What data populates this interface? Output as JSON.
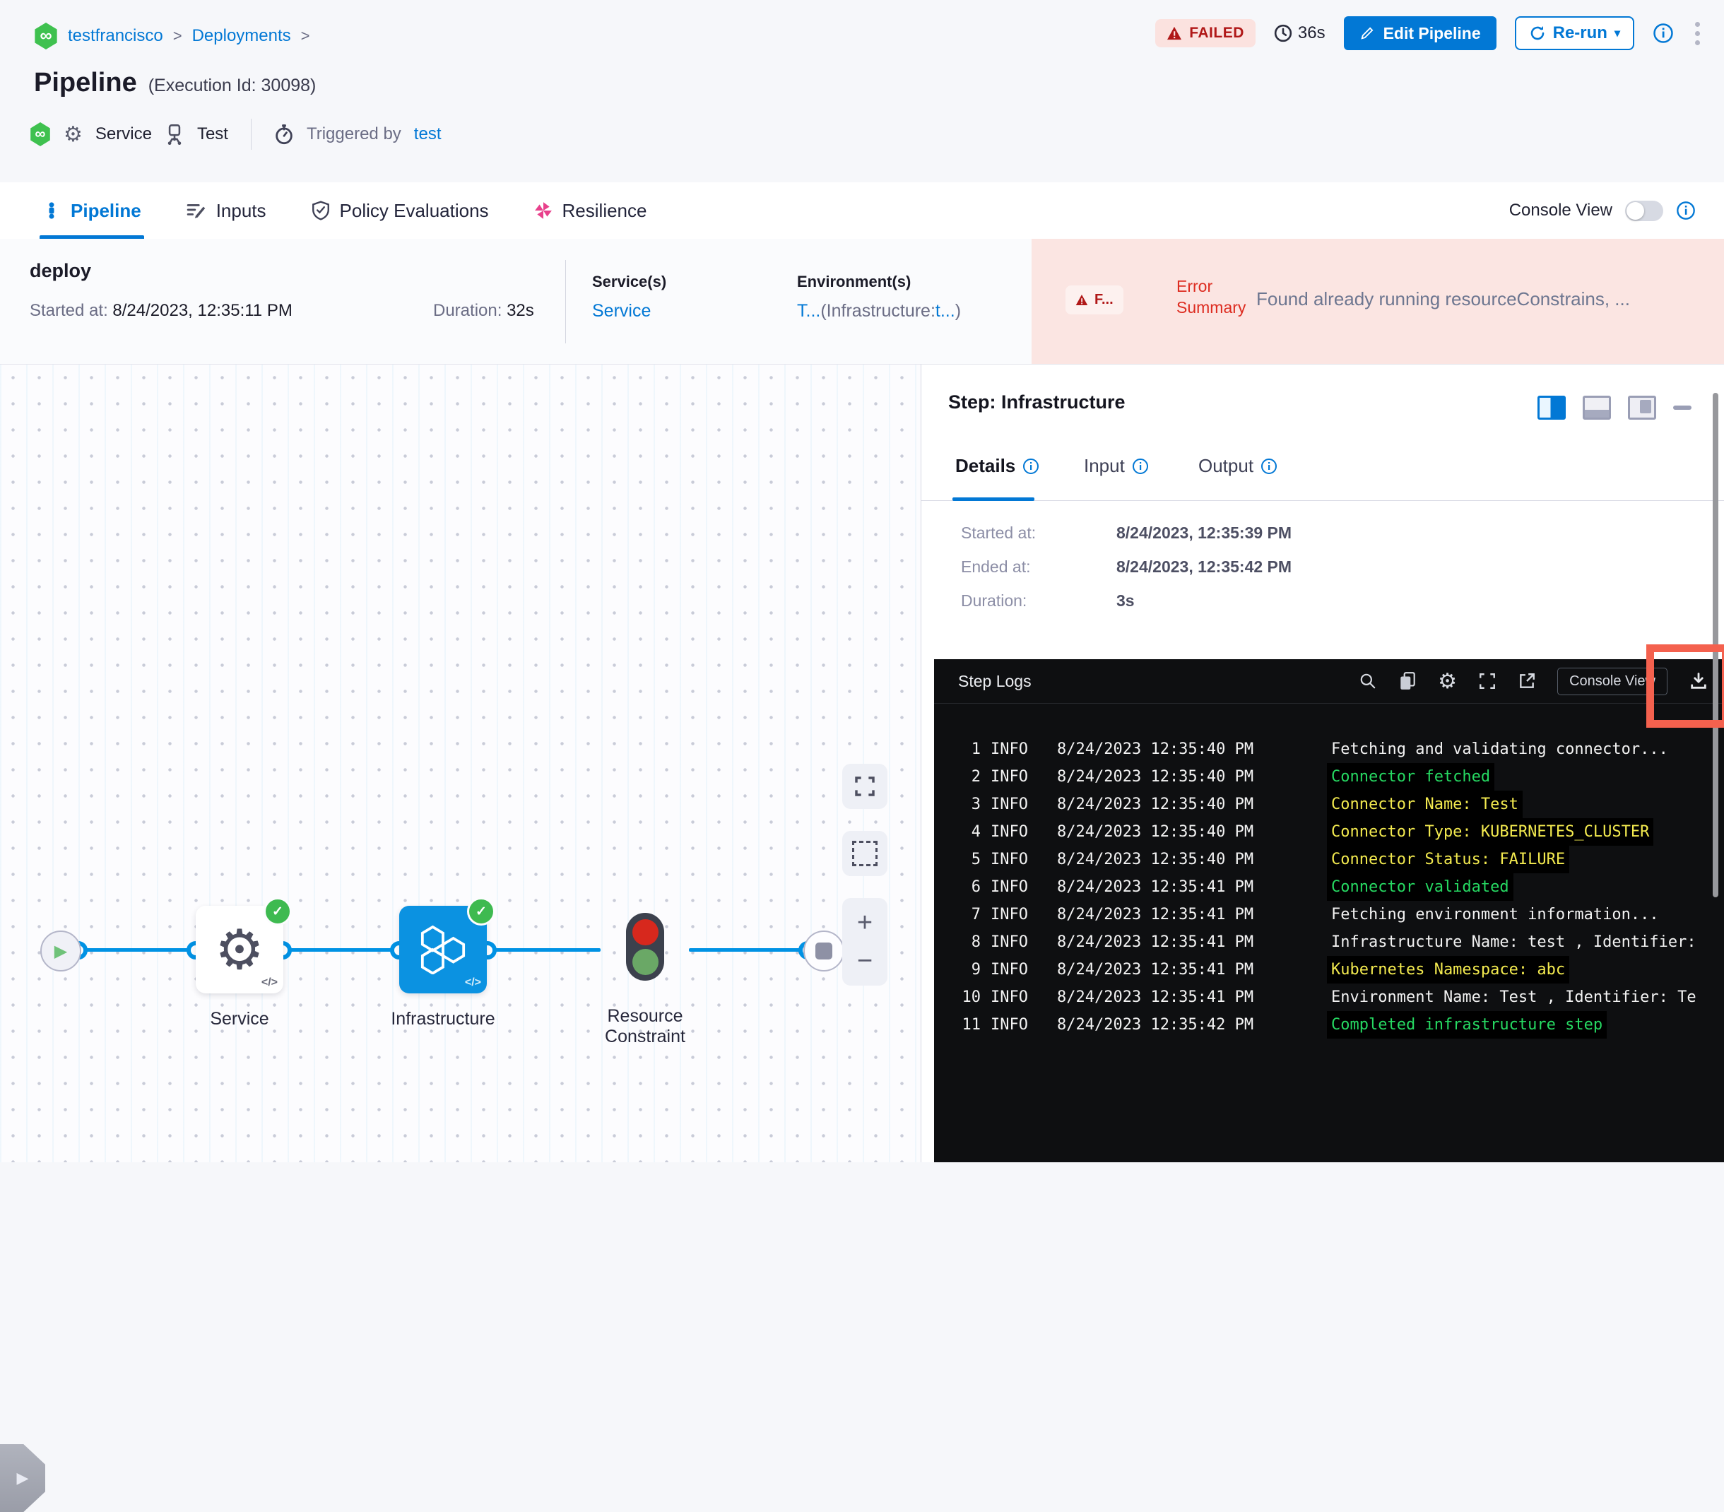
{
  "colors": {
    "accent": "#0278d5",
    "failed_red": "#b01717",
    "node_blue": "#0b92e1",
    "check_green": "#3eba50",
    "log_green": "#26d962",
    "log_yellow": "#f3ea4f",
    "annotation_red": "#f4614e"
  },
  "breadcrumb": {
    "project": "testfrancisco",
    "section": "Deployments",
    "sep": ">"
  },
  "toolbar": {
    "status": "FAILED",
    "elapsed": "36s",
    "edit_label": "Edit Pipeline",
    "rerun_label": "Re-run"
  },
  "title": {
    "name": "Pipeline",
    "execution_id": "(Execution Id: 30098)"
  },
  "meta": {
    "service": "Service",
    "environment": "Test",
    "triggered_prefix": "Triggered by",
    "triggered_by": "test"
  },
  "tabs": {
    "pipeline": "Pipeline",
    "inputs": "Inputs",
    "policy": "Policy Evaluations",
    "resilience": "Resilience",
    "console_view": "Console View"
  },
  "summary": {
    "stage": "deploy",
    "started_label": "Started at:",
    "started": "8/24/2023, 12:35:11 PM",
    "duration_label": "Duration:",
    "duration": "32s",
    "services_label": "Service(s)",
    "service": "Service",
    "environments_label": "Environment(s)",
    "env_main": "T...",
    "env_paren_open": "(Infrastructure:",
    "env_infra": "t...",
    "env_paren_close": ")",
    "error_badge": "F...",
    "error_label_line1": "Error",
    "error_label_line2": "Summary",
    "error_text": "Found already running resourceConstrains, ..."
  },
  "graph": {
    "service_label": "Service",
    "infrastructure_label": "Infrastructure",
    "resource_constraint_line1": "Resource",
    "resource_constraint_line2": "Constraint",
    "code_badge": "</>",
    "check": "✓",
    "play": "▶"
  },
  "canvas_controls": {
    "zoom_in": "+",
    "zoom_out": "−"
  },
  "step_panel": {
    "title": "Step: Infrastructure",
    "tab_details": "Details",
    "tab_input": "Input",
    "tab_output": "Output",
    "started_label": "Started at:",
    "started": "8/24/2023, 12:35:39 PM",
    "ended_label": "Ended at:",
    "ended": "8/24/2023, 12:35:42 PM",
    "duration_label": "Duration:",
    "duration": "3s"
  },
  "logs": {
    "title": "Step Logs",
    "console_view_label": "Console View",
    "lines": [
      {
        "n": "1",
        "level": "INFO",
        "time": "8/24/2023 12:35:40 PM",
        "msg": "Fetching and validating connector...",
        "style": "plain"
      },
      {
        "n": "2",
        "level": "INFO",
        "time": "8/24/2023 12:35:40 PM",
        "msg": "Connector fetched",
        "style": "green"
      },
      {
        "n": "3",
        "level": "INFO",
        "time": "8/24/2023 12:35:40 PM",
        "msg": "Connector Name: Test",
        "style": "yellow"
      },
      {
        "n": "4",
        "level": "INFO",
        "time": "8/24/2023 12:35:40 PM",
        "msg": "Connector Type: KUBERNETES_CLUSTER",
        "style": "yellow"
      },
      {
        "n": "5",
        "level": "INFO",
        "time": "8/24/2023 12:35:40 PM",
        "msg": "Connector Status: FAILURE",
        "style": "yellow"
      },
      {
        "n": "6",
        "level": "INFO",
        "time": "8/24/2023 12:35:41 PM",
        "msg": "Connector validated",
        "style": "green"
      },
      {
        "n": "7",
        "level": "INFO",
        "time": "8/24/2023 12:35:41 PM",
        "msg": "Fetching environment information...",
        "style": "plain"
      },
      {
        "n": "8",
        "level": "INFO",
        "time": "8/24/2023 12:35:41 PM",
        "msg": "Infrastructure Name: test , Identifier:",
        "style": "plain"
      },
      {
        "n": "9",
        "level": "INFO",
        "time": "8/24/2023 12:35:41 PM",
        "msg": "Kubernetes Namespace: abc",
        "style": "yellow"
      },
      {
        "n": "10",
        "level": "INFO",
        "time": "8/24/2023 12:35:41 PM",
        "msg": "Environment Name: Test , Identifier: Te",
        "style": "plain"
      },
      {
        "n": "11",
        "level": "INFO",
        "time": "8/24/2023 12:35:42 PM",
        "msg": "Completed infrastructure step",
        "style": "green"
      }
    ]
  }
}
